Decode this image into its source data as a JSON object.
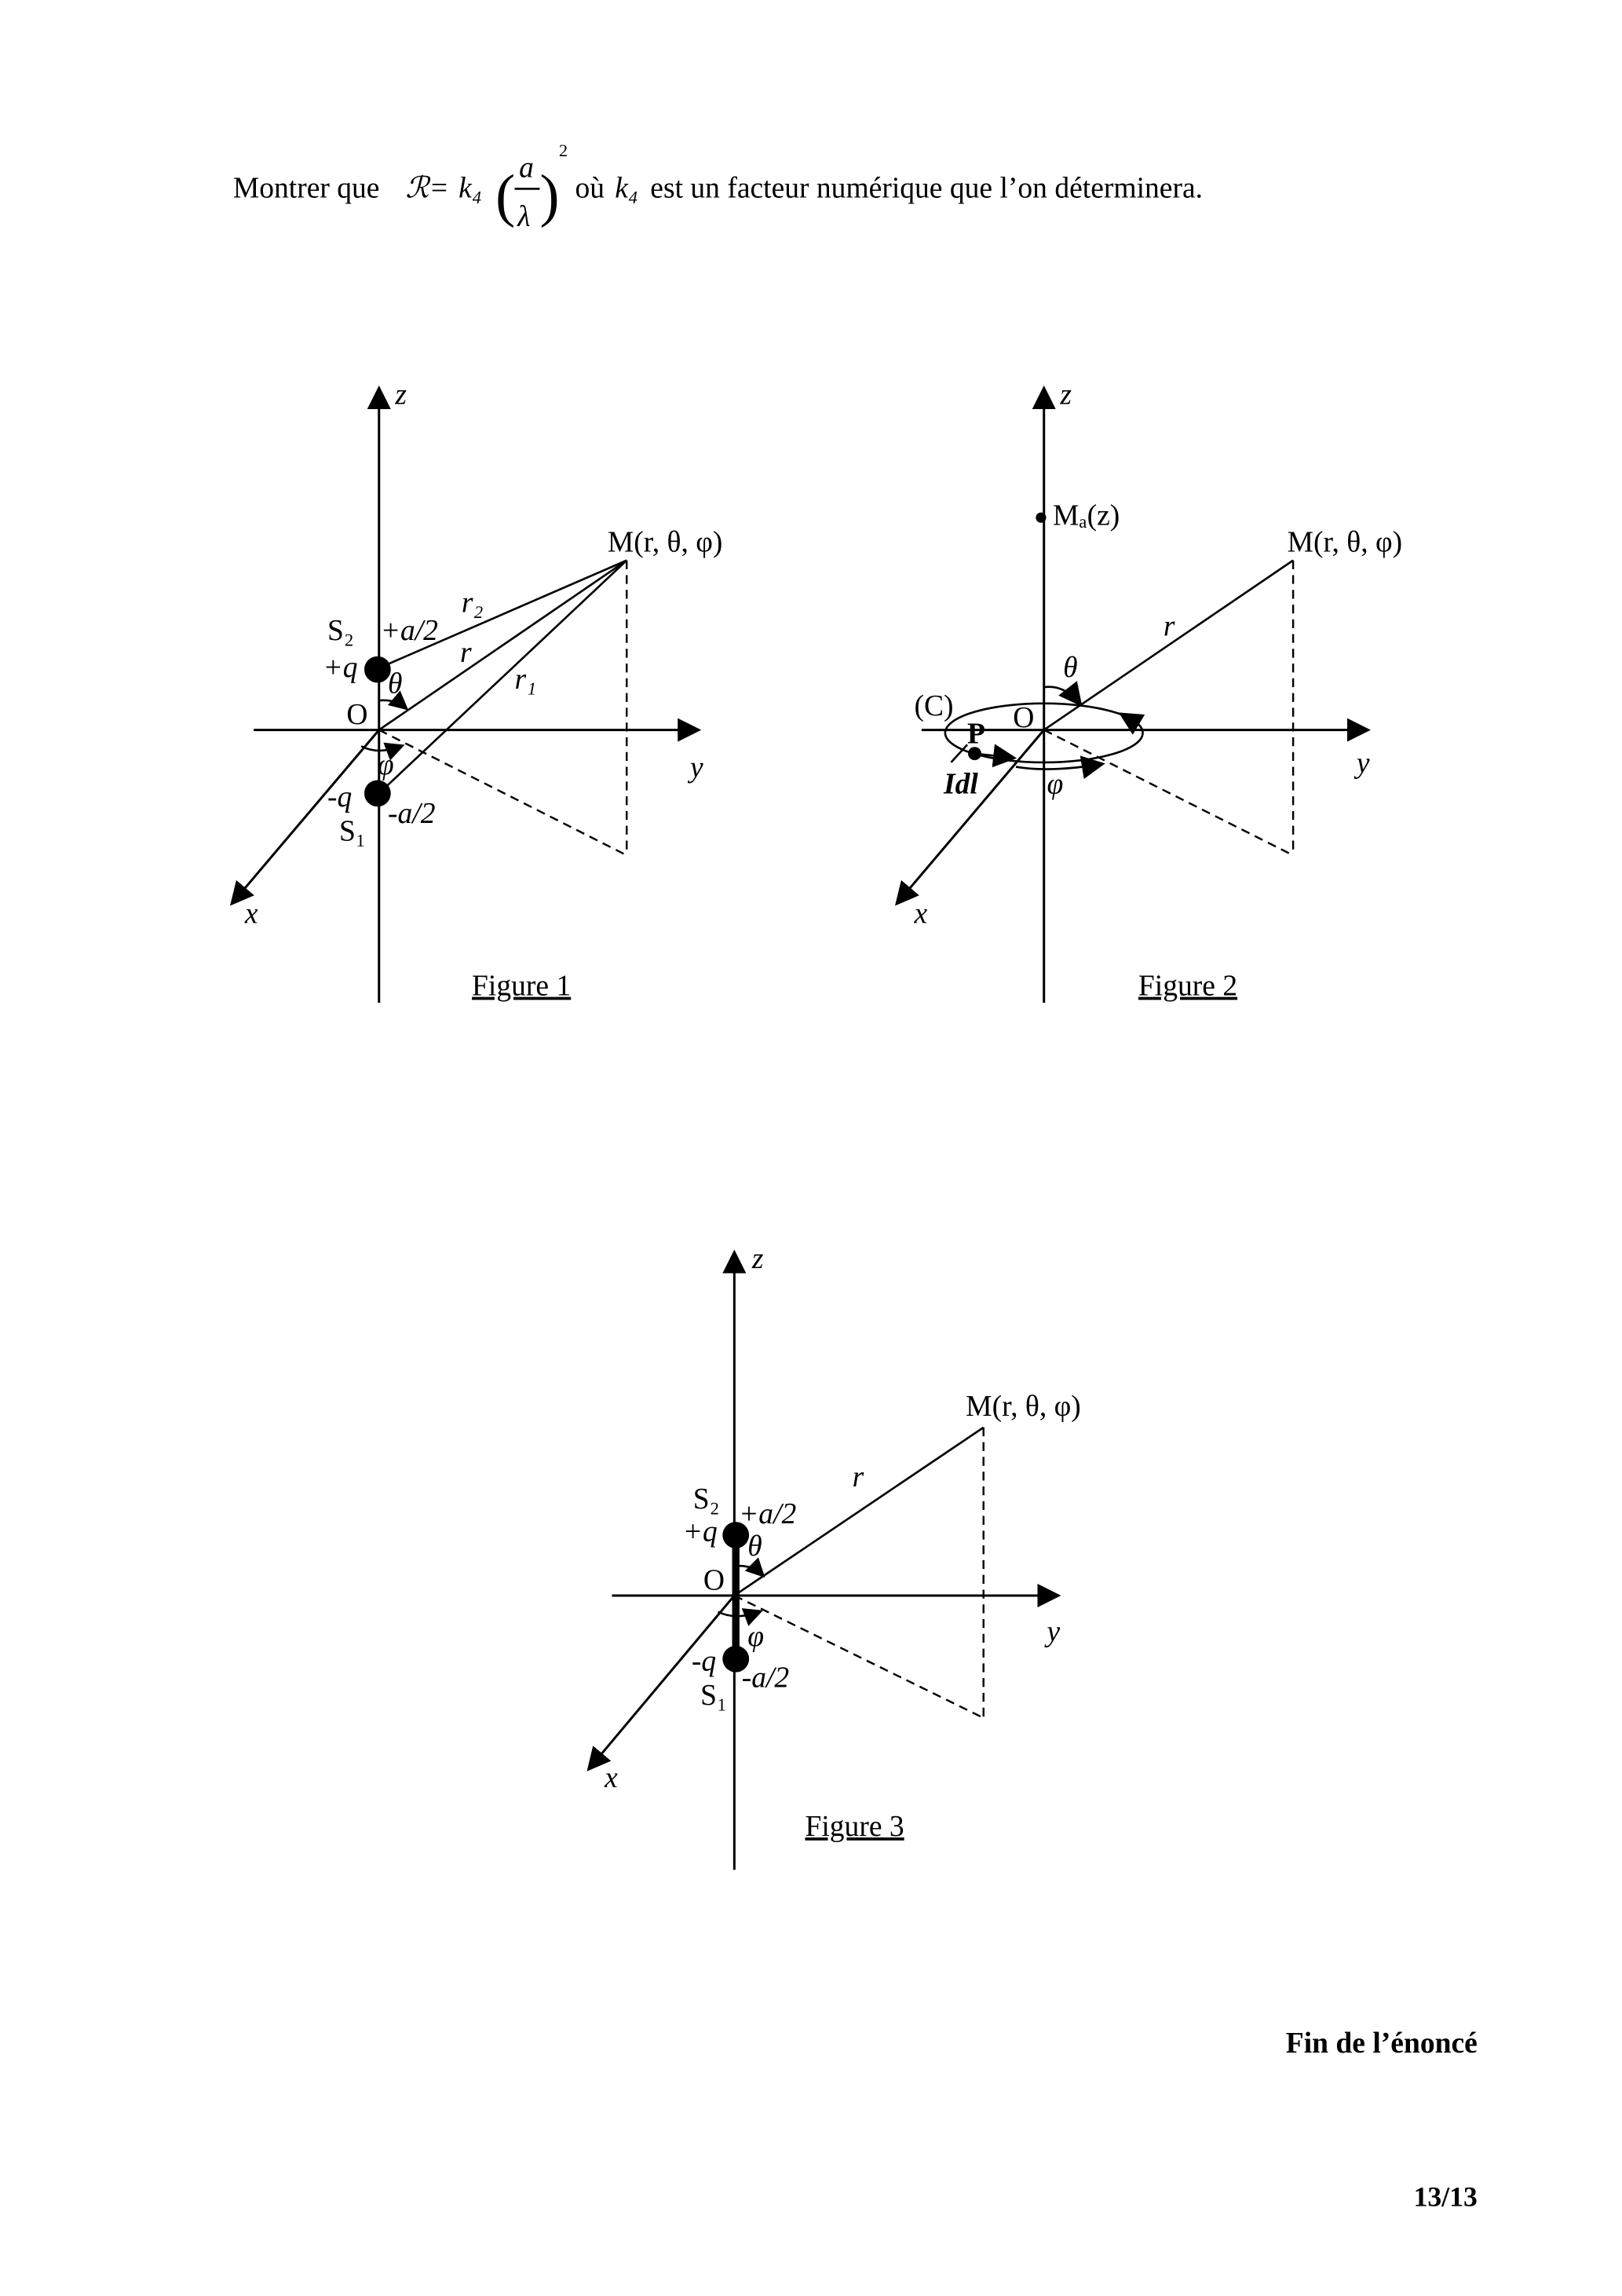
{
  "header": {
    "intro": "Montrer que",
    "symbol": "ℛ=",
    "coef": "k₄",
    "paren_open": "(",
    "numerator": "a",
    "denominator": "λ",
    "paren_close": ")",
    "exponent": "2",
    "rest_1": "où",
    "rest_coef": "k₄",
    "rest_2": "est un facteur numérique que l’on déterminera."
  },
  "figure1": {
    "caption": "Figure 1",
    "z": "z",
    "y": "y",
    "x": "x",
    "origin": "O",
    "point_M": "M(r, θ, φ)",
    "r": "r",
    "r1": "r₁",
    "r2": "r₂",
    "S2": "S₂",
    "S1": "S₁",
    "plus_half": "+a/2",
    "minus_half": "-a/2",
    "plus_q": "+q",
    "minus_q": "-q",
    "theta": "θ",
    "phi": "φ"
  },
  "figure2": {
    "caption": "Figure 2",
    "z": "z",
    "y": "y",
    "x": "x",
    "origin": "O",
    "point_M": "M(r, θ, φ)",
    "point_Ma": "Mₐ(z)",
    "r": "r",
    "loop": "(C)",
    "point_P": "P",
    "current_element": "Idl",
    "theta": "θ",
    "phi": "φ"
  },
  "figure3": {
    "caption": "Figure 3",
    "z": "z",
    "y": "y",
    "x": "x",
    "origin": "O",
    "point_M": "M(r, θ, φ)",
    "r": "r",
    "S2": "S₂",
    "S1": "S₁",
    "plus_half": "+a/2",
    "minus_half": "-a/2",
    "plus_q": "+q",
    "minus_q": "-q",
    "theta": "θ",
    "phi": "φ"
  },
  "footer": {
    "end_text": "Fin de l’énoncé",
    "page": "13/13"
  }
}
